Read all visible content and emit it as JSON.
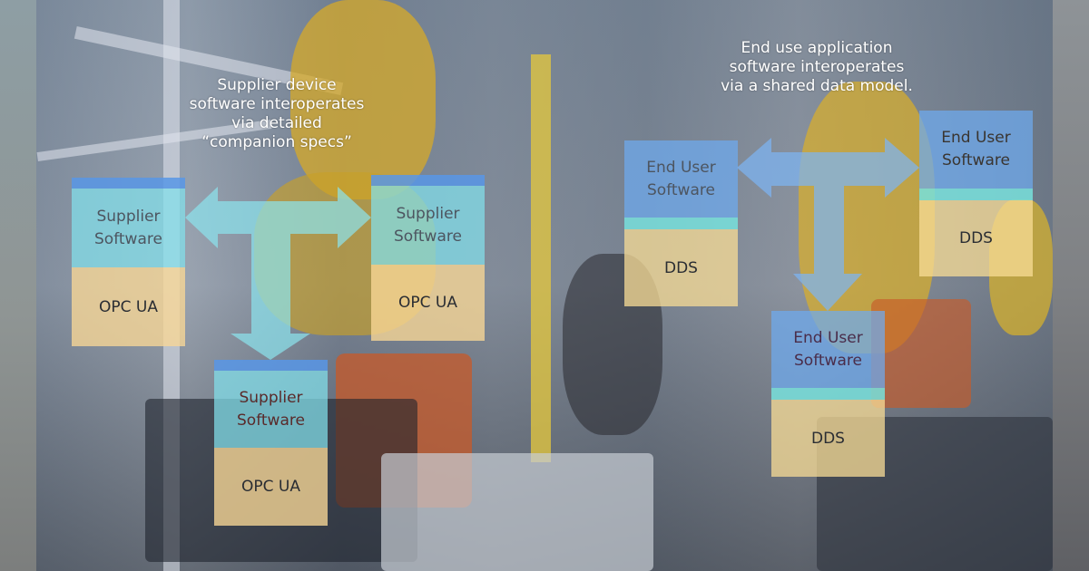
{
  "captions": {
    "left": [
      "Supplier device",
      "software interoperates",
      "via detailed",
      "“companion specs”"
    ],
    "right": [
      "End use application",
      "software interoperates",
      "via a shared data model."
    ]
  },
  "supplier_group": {
    "boxes": [
      {
        "position": "left",
        "top_label": [
          "Supplier",
          "Software"
        ],
        "bottom_label": "OPC UA"
      },
      {
        "position": "right",
        "top_label": [
          "Supplier",
          "Software"
        ],
        "bottom_label": "OPC UA"
      },
      {
        "position": "bottom",
        "top_label": [
          "Supplier",
          "Software"
        ],
        "bottom_label": "OPC UA"
      }
    ],
    "connector": "t-shaped-three-way-arrow",
    "colors": {
      "strip": "#5896e6",
      "software": "#82e1eb",
      "protocol": "#f8d796",
      "arrow": "#8fe6ee"
    }
  },
  "enduser_group": {
    "boxes": [
      {
        "position": "left",
        "top_label": [
          "End User",
          "Software"
        ],
        "bottom_label": "DDS"
      },
      {
        "position": "right",
        "top_label": [
          "End User",
          "Software"
        ],
        "bottom_label": "DDS"
      },
      {
        "position": "bottom",
        "top_label": [
          "End User",
          "Software"
        ],
        "bottom_label": "DDS"
      }
    ],
    "connector": "t-shaped-three-way-arrow",
    "colors": {
      "software": "#6eaaf0",
      "divider": "#78e1dc",
      "protocol": "#f8dc96",
      "arrow": "#7db4f2"
    }
  }
}
